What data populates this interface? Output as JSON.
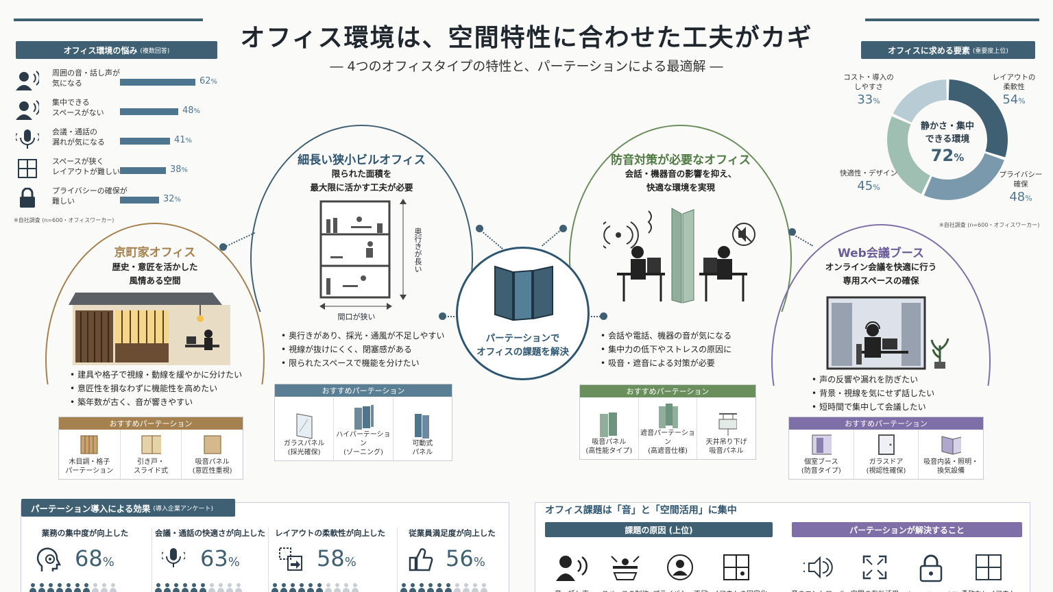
{
  "header": {
    "title": "オフィス環境は、空間特性に合わせた工夫がカギ",
    "subtitle": "― 4つのオフィスタイプの特性と、パーテーションによる最適解 ―"
  },
  "worries": {
    "title": "オフィス環境の悩み",
    "title_note": "(複数回答)",
    "items": [
      {
        "label": "周囲の音・話し声が\n気になる",
        "value": 62,
        "value_text": "62",
        "icon": "person-sound-icon"
      },
      {
        "label": "集中できる\nスペースがない",
        "value": 48,
        "value_text": "48",
        "icon": "person-sound-icon"
      },
      {
        "label": "会議・通話の\n漏れが気になる",
        "value": 41,
        "value_text": "41",
        "icon": "microphone-icon"
      },
      {
        "label": "スペースが狭く\nレイアウトが難しい",
        "value": 38,
        "value_text": "38",
        "icon": "layout-grid-icon"
      },
      {
        "label": "プライバシーの確保が\n難しい",
        "value": 32,
        "value_text": "32",
        "icon": "lock-icon"
      }
    ],
    "unit": "%",
    "note": "※自社調査 (n=600・オフィスワーカー)"
  },
  "demands": {
    "title": "オフィスに求める要素",
    "title_note": "(重要度上位)",
    "center_label": "静かさ・集中\nできる環境",
    "center_value": "72",
    "unit": "%",
    "segments": [
      {
        "label": "レイアウトの\n柔軟性",
        "value": 54,
        "value_text": "54",
        "color": "#3f6073"
      },
      {
        "label": "プライバシー\n確保",
        "value": 48,
        "value_text": "48",
        "color": "#7a99ad"
      },
      {
        "label": "快適性・デザイン",
        "value": 45,
        "value_text": "45",
        "color": "#9fbfb3"
      },
      {
        "label": "コスト・導入の\nしやすさ",
        "value": 33,
        "value_text": "33",
        "color": "#b8ccd6"
      }
    ],
    "note": "※自社調査 (n=600・オフィスワーカー)"
  },
  "center": {
    "label": "パーテーションで\nオフィスの課題を解決"
  },
  "recommend_label": "おすすめパーテーション",
  "offices": {
    "kyo": {
      "title": "京町家オフィス",
      "subtitle": "歴史・意匠を活かした\n風情ある空間",
      "bullets": [
        "建具や格子で視線・動線を緩やかに分けたい",
        "意匠性を損なわずに機能性を高めたい",
        "築年数が古く、音が響きやすい"
      ],
      "recs": [
        "木目調・格子\nパーテーション",
        "引き戸・\nスライド式",
        "吸音パネル\n(意匠性重視)"
      ],
      "color": "#a4814e"
    },
    "narrow": {
      "title": "細長い狭小ビルオフィス",
      "subtitle": "限られた面積を\n最大限に活かす工夫が必要",
      "depth_label": "奥行きが長い",
      "width_label": "間口が狭い",
      "bullets": [
        "奥行きがあり、採光・通風が不足しやすい",
        "視線が抜けにくく、閉塞感がある",
        "限られたスペースで機能を分けたい"
      ],
      "recs": [
        "ガラスパネル\n(採光確保)",
        "ハイパーテーション\n(ゾーニング)",
        "可動式\nパネル"
      ],
      "color": "#3f6073"
    },
    "sound": {
      "title": "防音対策が必要なオフィス",
      "subtitle": "会話・機器音の影響を抑え、\n快適な環境を実現",
      "bullets": [
        "会話や電話、機器の音が気になる",
        "集中力の低下やストレスの原因に",
        "吸音・遮音による対策が必要"
      ],
      "recs": [
        "吸音パネル\n(高性能タイプ)",
        "遮音パーテーション\n(高遮音仕様)",
        "天井吊り下げ\n吸音パネル"
      ],
      "color": "#6a8f5c"
    },
    "web": {
      "title": "Web会議ブース",
      "subtitle": "オンライン会議を快適に行う\n専用スペースの確保",
      "bullets": [
        "声の反響や漏れを防ぎたい",
        "背景・視線を気にせず話したい",
        "短時間で集中して会議したい"
      ],
      "recs": [
        "個室ブース\n(防音タイプ)",
        "ガラスドア\n(視認性確保)",
        "吸音内装・照明・\n換気設備"
      ],
      "color": "#7e6fa8"
    }
  },
  "effects": {
    "title": "パーテーション導入による効果",
    "title_note": "(導入企業アンケート)",
    "unit": "%",
    "items": [
      {
        "label": "業務の集中度が向上した",
        "value": 68,
        "value_text": "68",
        "icon": "focus-head-icon"
      },
      {
        "label": "会議・通話の快適さが向上した",
        "value": 63,
        "value_text": "63",
        "icon": "microphone-icon"
      },
      {
        "label": "レイアウトの柔軟性が向上した",
        "value": 58,
        "value_text": "58",
        "icon": "layout-flex-icon"
      },
      {
        "label": "従業員満足度が向上した",
        "value": 56,
        "value_text": "56",
        "icon": "thumbs-up-icon"
      }
    ]
  },
  "issues": {
    "title": "オフィス課題は「音」と「空間活用」に集中",
    "causes_label": "課題の原因 (上位)",
    "solves_label": "パーテーションが解決すること",
    "causes": [
      "音・話し声",
      "スペースの制約",
      "プライバシー不足",
      "レイアウトの固定化"
    ],
    "solves": [
      "音のコントロール",
      "空間の有効活用",
      "プライバシー確保",
      "柔軟なレイアウト"
    ]
  }
}
